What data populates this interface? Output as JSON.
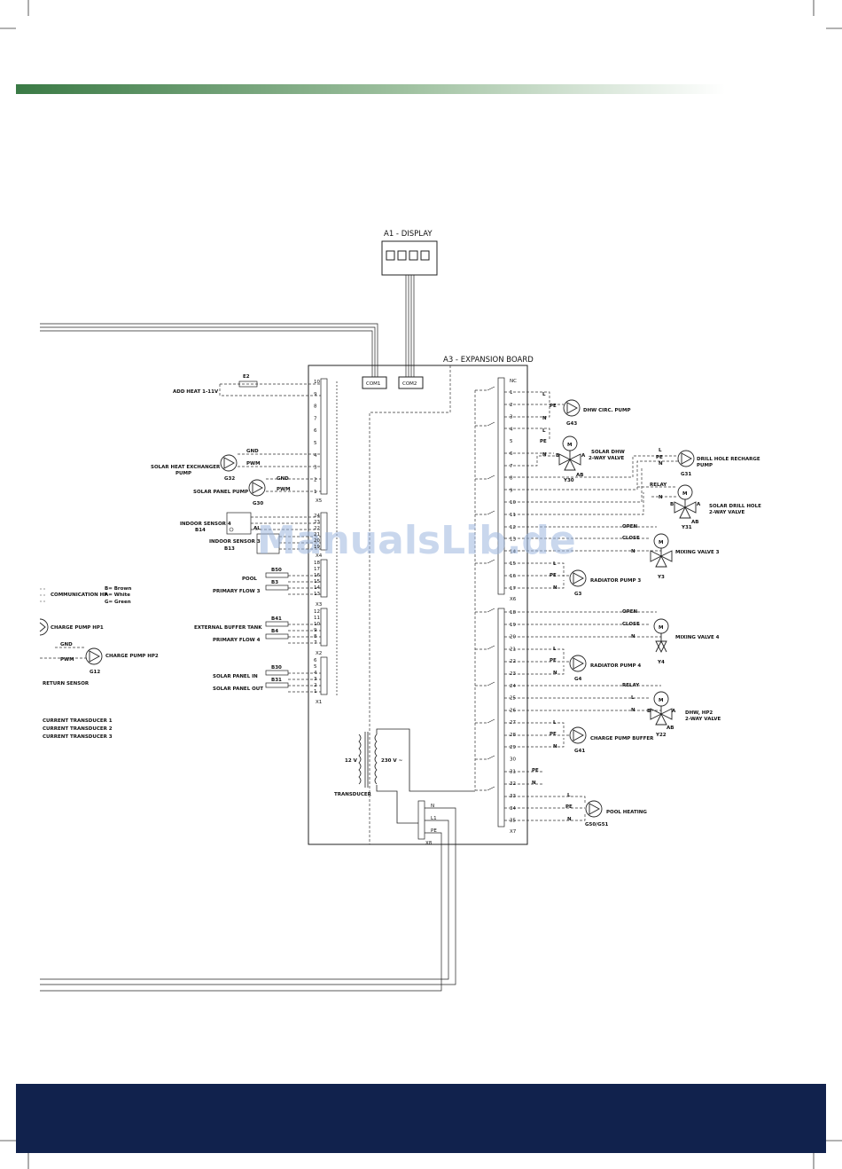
{
  "display_title": "A1 - DISPLAY",
  "board_title": "A3 - EXPANSION BOARD",
  "ports": {
    "com1": "COM1",
    "com2": "COM2"
  },
  "watermark": "ManualsLib.de",
  "colors": {
    "band": "#11224d",
    "gradient_start": "#3a7a45",
    "line": "#222222"
  },
  "left_labels": {
    "add_heat": "ADD HEAT 1-11V",
    "e2": "E2",
    "shex_pump_1": "SOLAR HEAT EXCHANGER",
    "shex_pump_2": "PUMP",
    "g32": "G32",
    "solar_panel_pump": "SOLAR PANEL PUMP",
    "g30": "G30",
    "gnd": "GND",
    "pwm": "PWM",
    "indoor4": "INDOOR SENSOR 4",
    "b14": "B14",
    "indoor3": "INDOOR SENSOR 3",
    "b13": "B13",
    "al": "AL",
    "pool": "POOL",
    "b50": "B50",
    "primary3": "PRIMARY FLOW 3",
    "b3": "B3",
    "ext_buffer": "EXTERNAL BUFFER TANK",
    "b41": "B41",
    "primary4": "PRIMARY FLOW 4",
    "b4": "B4",
    "solar_in": "SOLAR PANEL IN",
    "b30": "B30",
    "solar_out": "SOLAR PANEL OUT",
    "b31": "B31",
    "comm_hp": "COMMUNICATION HP",
    "brown": "B= Brown",
    "white": "A= White",
    "green": "G= Green",
    "charge_hp1": "CHARGE PUMP HP1",
    "charge_hp2": "CHARGE PUMP HP2",
    "g12": "G12",
    "return_sensor": "RETURN SENSOR",
    "ct1": "CURRENT TRANSDUCER 1",
    "ct2": "CURRENT TRANSDUCER 2",
    "ct3": "CURRENT TRANSDUCER 3",
    "v12": "12 V",
    "v230": "230 V ~",
    "transducer": "TRANSDUCER"
  },
  "connectors": {
    "x5": "X5",
    "x4": "X4",
    "x3": "X3",
    "x2": "X2",
    "x1": "X1",
    "x6": "X6",
    "x7": "X7",
    "x8": "X8"
  },
  "x8_pins": [
    "N",
    "L1",
    "PE"
  ],
  "right_labels": {
    "dhw_circ": "DHW CIRC. PUMP",
    "g43": "G43",
    "solar_dhw_1": "SOLAR DHW",
    "solar_dhw_2": "2-WAY VALVE",
    "y30": "Y30",
    "drill_recharge_1": "DRILL HOLE RECHARGE",
    "drill_recharge_2": "PUMP",
    "g31": "G31",
    "relay": "RELAY",
    "solar_drill_1": "SOLAR DRILL HOLE",
    "solar_drill_2": "2-WAY VALVE",
    "y31": "Y31",
    "open": "OPEN",
    "close": "CLOSE",
    "mixing3": "MIXING VALVE 3",
    "y3": "Y3",
    "radiator3": "RADIATOR PUMP 3",
    "g3": "G3",
    "mixing4": "MIXING VALVE 4",
    "y4": "Y4",
    "radiator4": "RADIATOR PUMP 4",
    "g4": "G4",
    "dhw_hp2_1": "DHW, HP2",
    "dhw_hp2_2": "2-WAY VALVE",
    "y22": "Y22",
    "charge_buffer": "CHARGE PUMP BUFFER",
    "g41": "G41",
    "pool_heating": "POOL HEATING",
    "g50": "G50/G51",
    "L": "L",
    "N": "N",
    "PE": "PE",
    "M": "M",
    "A": "A",
    "B": "B",
    "AB": "AB",
    "nc": "NC"
  }
}
